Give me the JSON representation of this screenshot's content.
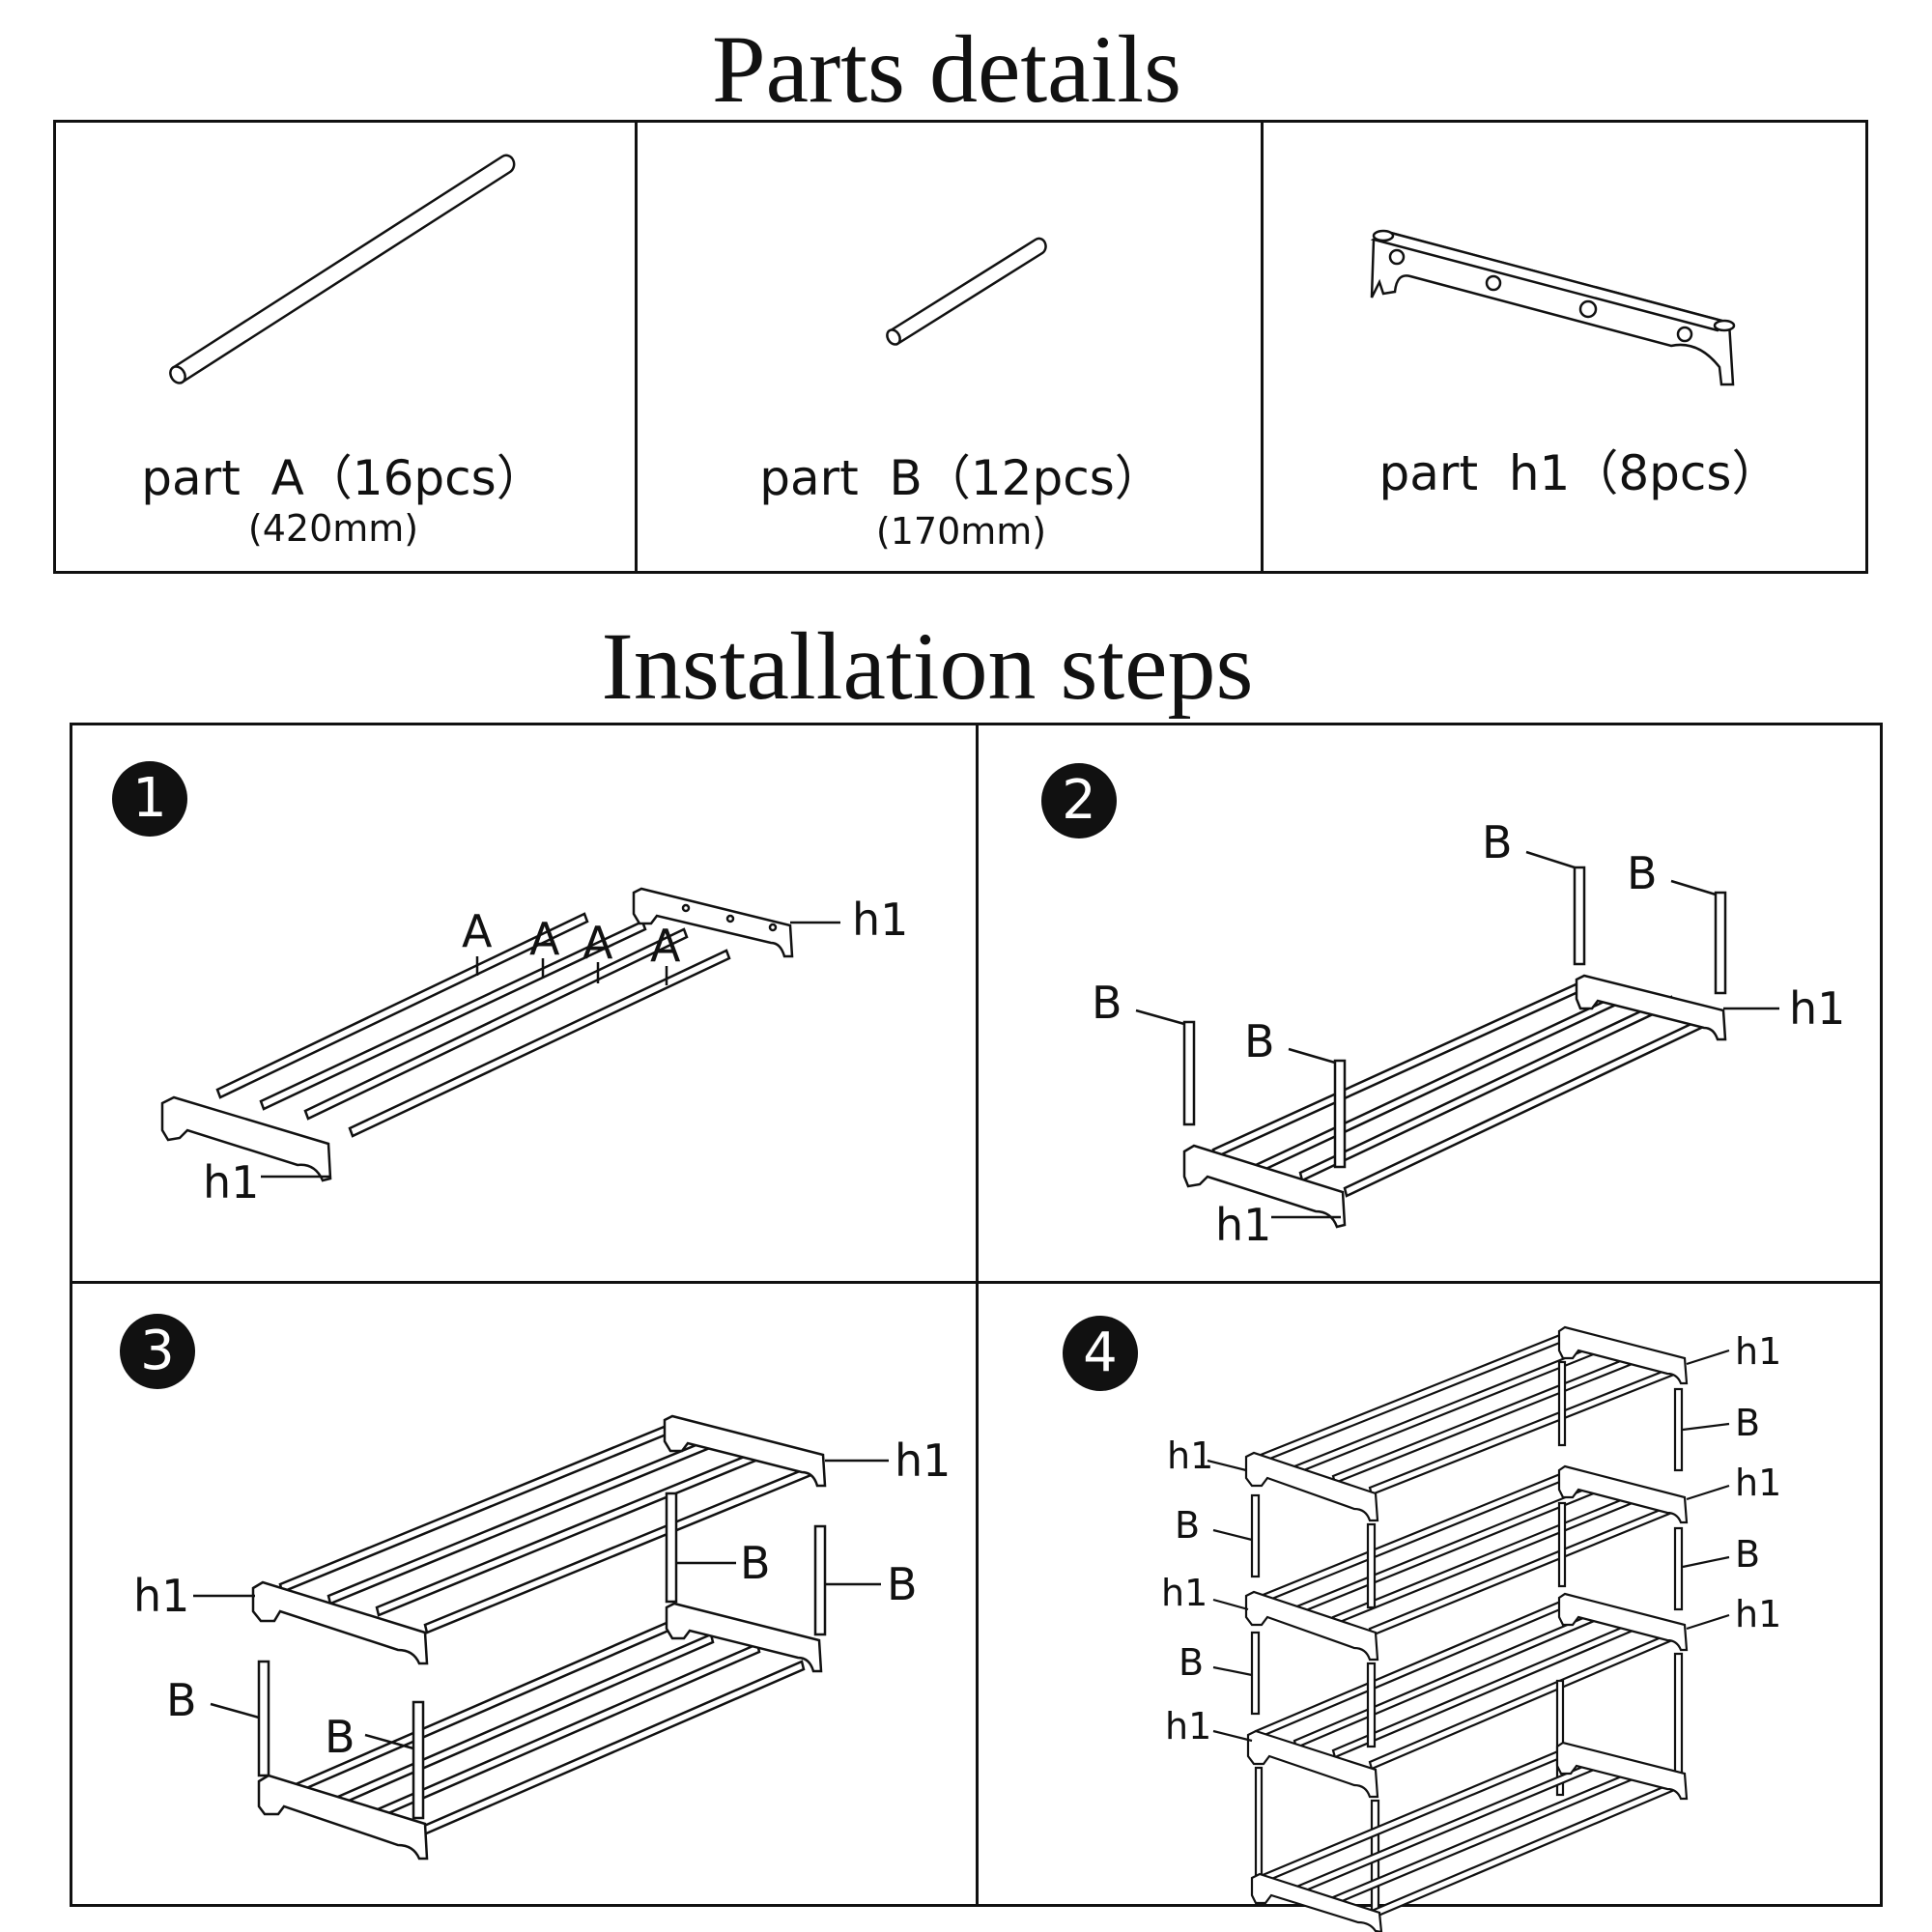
{
  "parts_title": "Parts details",
  "steps_title": "Installation steps",
  "parts": [
    {
      "label": "part  A（16pcs）",
      "size": "(420mm)"
    },
    {
      "label": "part  B（12pcs）",
      "size": "(170mm)"
    },
    {
      "label": "part  h1（8pcs）",
      "size": ""
    }
  ],
  "steps": [
    {
      "number": "1"
    },
    {
      "number": "2"
    },
    {
      "number": "3"
    },
    {
      "number": "4"
    }
  ],
  "callouts": {
    "a": "A",
    "b": "B",
    "h1": "h1"
  }
}
